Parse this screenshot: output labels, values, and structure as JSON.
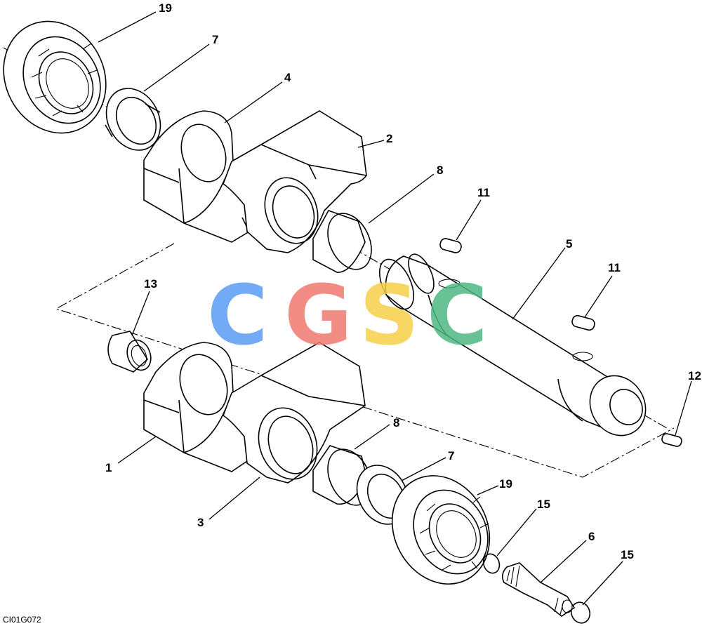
{
  "drawing_code": "CI01G072",
  "watermark": {
    "letters": [
      {
        "char": "C",
        "color": "#5b9cf5"
      },
      {
        "char": "G",
        "color": "#f07a70"
      },
      {
        "char": "S",
        "color": "#f7cf4a"
      },
      {
        "char": "C",
        "color": "#4fb884"
      }
    ]
  },
  "callouts": [
    "19",
    "7",
    "4",
    "2",
    "8",
    "11",
    "5",
    "11",
    "13",
    "12",
    "8",
    "1",
    "7",
    "19",
    "3",
    "15",
    "6",
    "15"
  ]
}
